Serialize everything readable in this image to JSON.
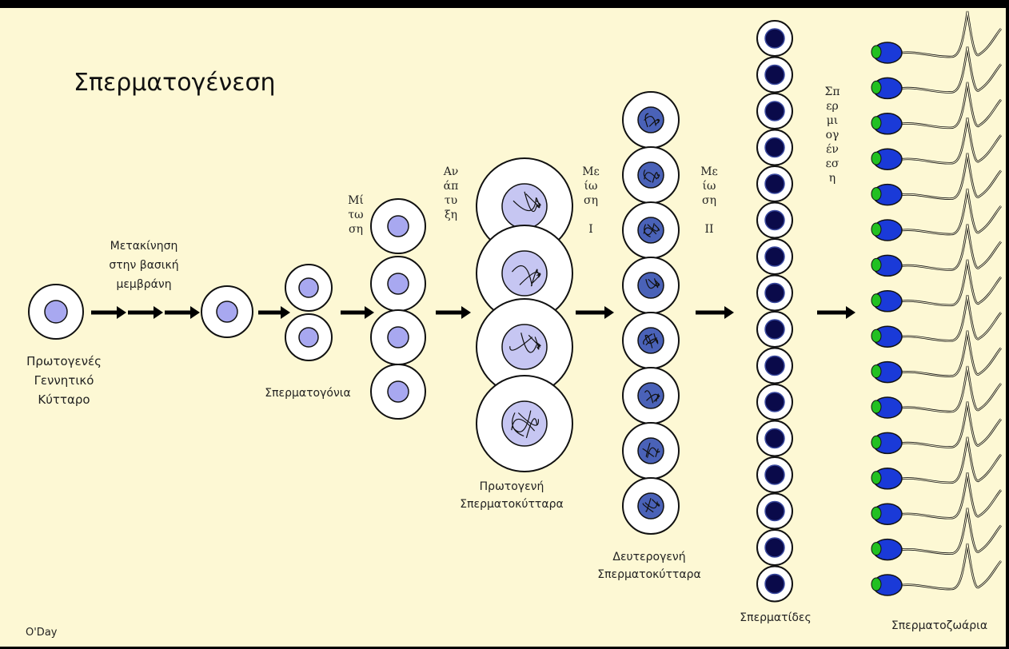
{
  "title": "Σπερματογένεση",
  "labels": {
    "primordial_germ_cell": [
      "Πρωτογενές",
      "Γεννητικό",
      "Κύτταρο"
    ],
    "migration": [
      "Μετακίνηση",
      "στην βασική",
      "μεμβράνη"
    ],
    "spermatogonia": "Σπερματογόνια",
    "primary_spermatocytes": [
      "Πρωτογενή",
      "Σπερματοκύτταρα"
    ],
    "secondary_spermatocytes": [
      "Δευτερογενή",
      "Σπερματοκύτταρα"
    ],
    "spermatids": "Σπερματίδες",
    "spermatozoa": "Σπερματοζωάρια",
    "credit": "O'Day"
  },
  "steps": {
    "mitosis": "Μίτωση",
    "growth": "Ανάπτυξη",
    "meiosis_1": [
      "Μείωση",
      "Ι"
    ],
    "meiosis_2": [
      "Μείωση",
      "ΙΙ"
    ],
    "spermiogenesis": "Σπερμιογένεση"
  },
  "colors": {
    "background": "#fdf8d4",
    "cell_body": "#ffffff",
    "nucleus_light": "#a8a8f0",
    "nucleus_dark": "#0a0a4a",
    "sperm_head": "#1a3ad8",
    "acrosome": "#22c022",
    "arrow": "#000000"
  },
  "counts": {
    "primordial": 1,
    "spermatogonia_pair": 2,
    "spermatogonia_column": 4,
    "primary_spermatocytes": 4,
    "secondary_spermatocytes": 8,
    "spermatids": 16,
    "spermatozoa": 16
  }
}
